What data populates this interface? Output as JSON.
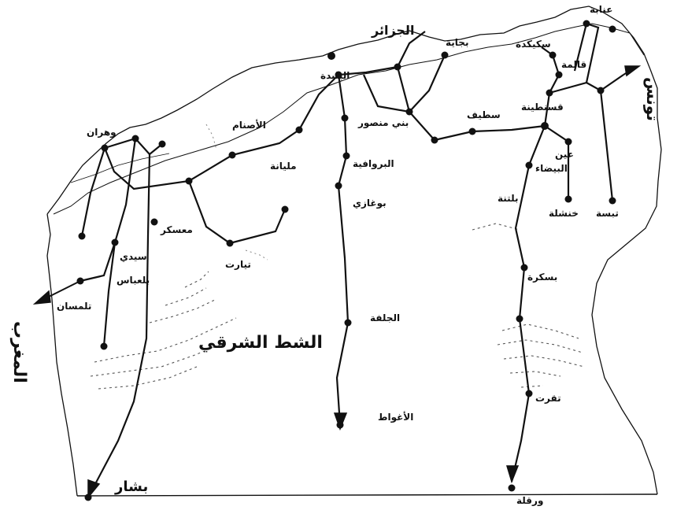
{
  "labels": {
    "annaba": "عنابة",
    "skikda": "سكيكدة",
    "guelma": "قالمة",
    "alger": "الجزائر",
    "bejaia": "بجاية",
    "blida": "البليدة",
    "constantine": "قسنطينة",
    "setif": "سطيف",
    "bordj": "بني منصور",
    "oran": "وهران",
    "asnam": "الأصنام",
    "miliana": "مليانة",
    "ainbeida_1": "عين",
    "ainbeida_2": "البيضاء",
    "bouira": "البروافية",
    "boughari": "بوغازي",
    "batna": "بلتنة",
    "khenchela": "خنشلة",
    "tebessa": "تبسة",
    "mascara": "معسكر",
    "sba_1": "سيدي",
    "sba_2": "بلعباس",
    "tiaret": "تيارت",
    "biskra": "بسكرة",
    "tlemcen": "تلمسان",
    "chott": "الشط الشرقي",
    "djelfa": "الجلفة",
    "touggourt": "تقرت",
    "laghouat": "الأغواط",
    "bechar": "بشار",
    "ouargla": "ورقلة",
    "tunisia": "تونس",
    "morocco": "المغرب"
  }
}
